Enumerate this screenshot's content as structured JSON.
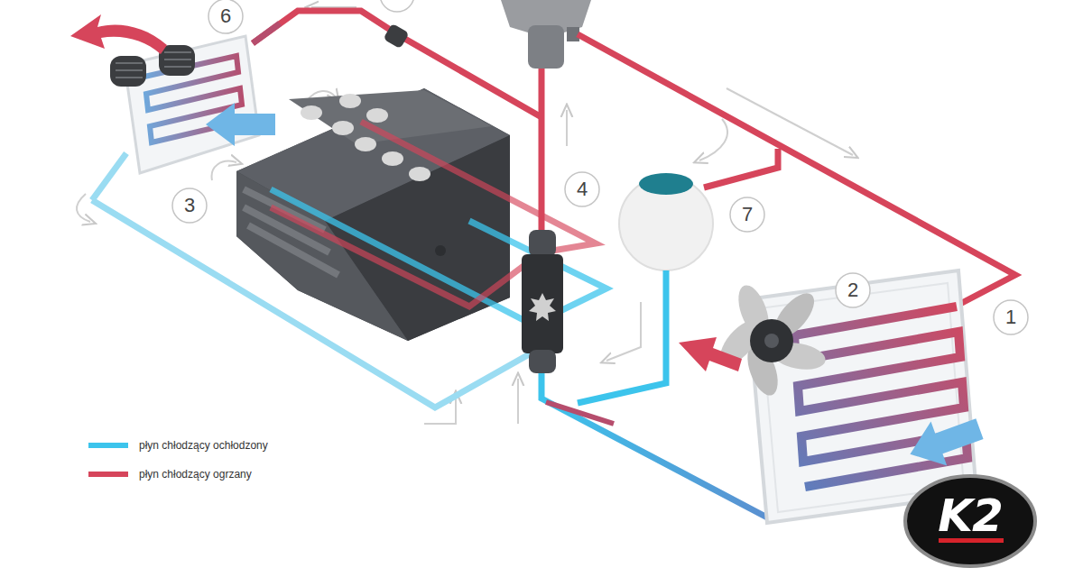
{
  "diagram": {
    "labels": [
      "6",
      "3",
      "4",
      "7",
      "2",
      "1",
      "K2"
    ],
    "legend": [
      {
        "text": "płyn chłodzący ochłodzony",
        "color": "#3cc4ec"
      },
      {
        "text": "płyn chłodzący ogrzany",
        "color": "#d6455b"
      }
    ]
  }
}
